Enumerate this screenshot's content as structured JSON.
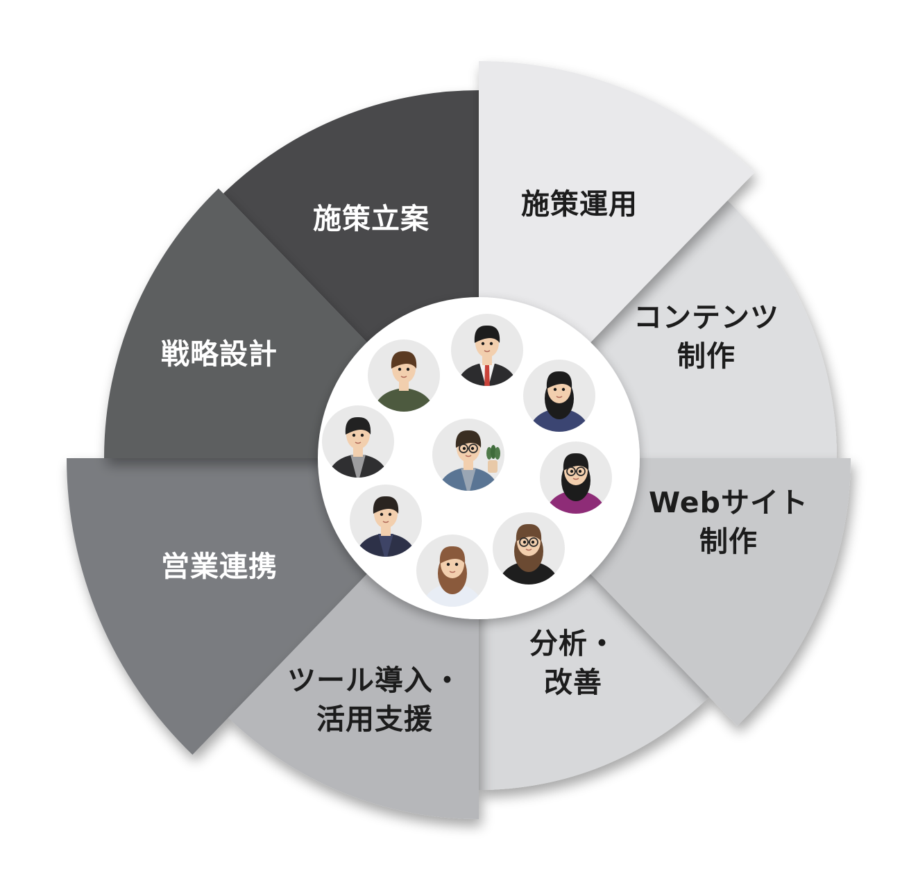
{
  "diagram": {
    "segments": [
      {
        "id": "policy-operation",
        "lines": [
          "施策運用"
        ],
        "fill": "#e9e9eb",
        "text_color": "#1c1c1c"
      },
      {
        "id": "content-production",
        "lines": [
          "コンテンツ",
          "制作"
        ],
        "fill": "#dddee0",
        "text_color": "#1c1c1c"
      },
      {
        "id": "website-production",
        "lines": [
          "Webサイト",
          "制作"
        ],
        "fill": "#c8c9cb",
        "text_color": "#1c1c1c"
      },
      {
        "id": "analysis-improvement",
        "lines": [
          "分析・",
          "改善"
        ],
        "fill": "#d7d8da",
        "text_color": "#1c1c1c"
      },
      {
        "id": "tool-introduction",
        "lines": [
          "ツール導入・",
          "活用支援"
        ],
        "fill": "#b6b7ba",
        "text_color": "#1c1c1c"
      },
      {
        "id": "sales-collaboration",
        "lines": [
          "営業連携"
        ],
        "fill": "#7a7c80",
        "text_color": "#ffffff"
      },
      {
        "id": "strategy-design",
        "lines": [
          "戦略設計"
        ],
        "fill": "#5d5e61",
        "text_color": "#ffffff"
      },
      {
        "id": "policy-planning",
        "lines": [
          "施策立案"
        ],
        "fill": "#48494b",
        "text_color": "#ffffff"
      }
    ],
    "team": {
      "center_fill": "#ffffff",
      "avatar_bg": "#e9e9e9",
      "members": [
        {
          "id": "leader-glasses",
          "role": "center",
          "shirt": "#5a7594",
          "inner": "#9aa6b4",
          "hair": "#3a2e22",
          "skin": "#f2cfae",
          "glasses": true,
          "accessory": "plant"
        },
        {
          "id": "man-suit-red-tie",
          "shirt": "#2c2c2e",
          "inner": "#f4f4f4",
          "tie": "#c9433a",
          "hair": "#1c1c1c",
          "skin": "#f2cfae",
          "glasses": false
        },
        {
          "id": "woman-navy",
          "shirt": "#3b4572",
          "hair": "#1c1c1c",
          "skin": "#f2cfae",
          "glasses": false
        },
        {
          "id": "woman-magenta-glasses",
          "shirt": "#8e2c77",
          "hair": "#1c1c1c",
          "skin": "#f2cfae",
          "glasses": true
        },
        {
          "id": "woman-black-glasses",
          "shirt": "#1e1e1e",
          "hair": "#6b4a32",
          "skin": "#f2cfae",
          "glasses": true
        },
        {
          "id": "woman-white-blouse",
          "shirt": "#e8edf5",
          "hair": "#8a5a3c",
          "skin": "#f2cfae",
          "glasses": false
        },
        {
          "id": "man-navy-jacket",
          "shirt": "#2d3148",
          "inner": "#3e4466",
          "hair": "#2a2420",
          "skin": "#f2cfae",
          "glasses": false
        },
        {
          "id": "man-gray-jacket",
          "shirt": "#2f2f31",
          "inner": "#9d9d9f",
          "hair": "#222222",
          "skin": "#f2cfae",
          "glasses": false
        },
        {
          "id": "man-olive-sweater",
          "shirt": "#4d5a3f",
          "hair": "#5a3a22",
          "skin": "#f2cfae",
          "glasses": false
        }
      ]
    }
  }
}
